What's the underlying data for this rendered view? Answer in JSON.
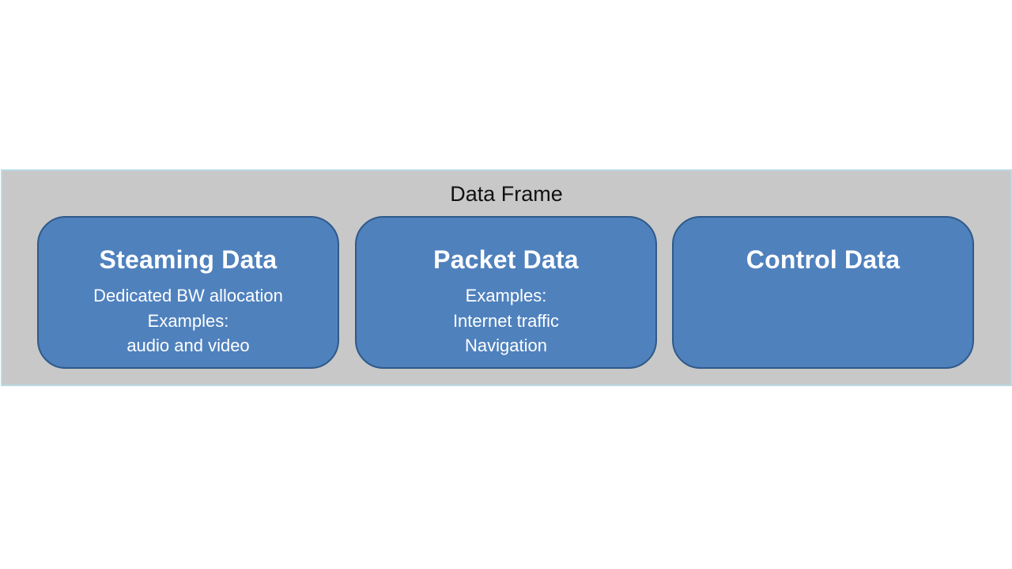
{
  "frame": {
    "title": "Data Frame"
  },
  "boxes": [
    {
      "title": "Steaming Data",
      "lines": [
        "Dedicated BW allocation",
        "Examples:",
        "audio and video"
      ]
    },
    {
      "title": "Packet Data",
      "lines": [
        "Examples:",
        "Internet traffic",
        "Navigation"
      ]
    },
    {
      "title": "Control Data",
      "lines": []
    }
  ],
  "colors": {
    "frame_fill": "#c8c8c8",
    "frame_border": "#b9dbe6",
    "box_fill": "#4f81bd",
    "box_border": "#2f5a8a",
    "box_text": "#ffffff"
  }
}
